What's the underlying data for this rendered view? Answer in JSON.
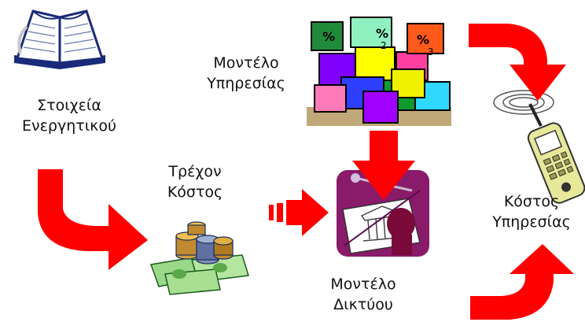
{
  "labels": {
    "assets": [
      "Στοιχεία",
      "Ενεργητικού"
    ],
    "service_model": [
      "Μοντέλο",
      "Υπηρεσίας"
    ],
    "current_cost": [
      "Τρέχον",
      "Κόστος"
    ],
    "network_model": [
      "Μοντέλο",
      "Δικτύου"
    ],
    "service_cost": [
      "Κόστος",
      "Υπηρεσίας"
    ]
  },
  "puzzle_marks": [
    "%",
    "%",
    "%",
    "2",
    "3"
  ],
  "colors": {
    "arrow": "#ff0000",
    "arrow_dark": "#d40000"
  },
  "icons": [
    "book-icon",
    "puzzle-icon",
    "money-icon",
    "network-building-icon",
    "phone-icon"
  ]
}
